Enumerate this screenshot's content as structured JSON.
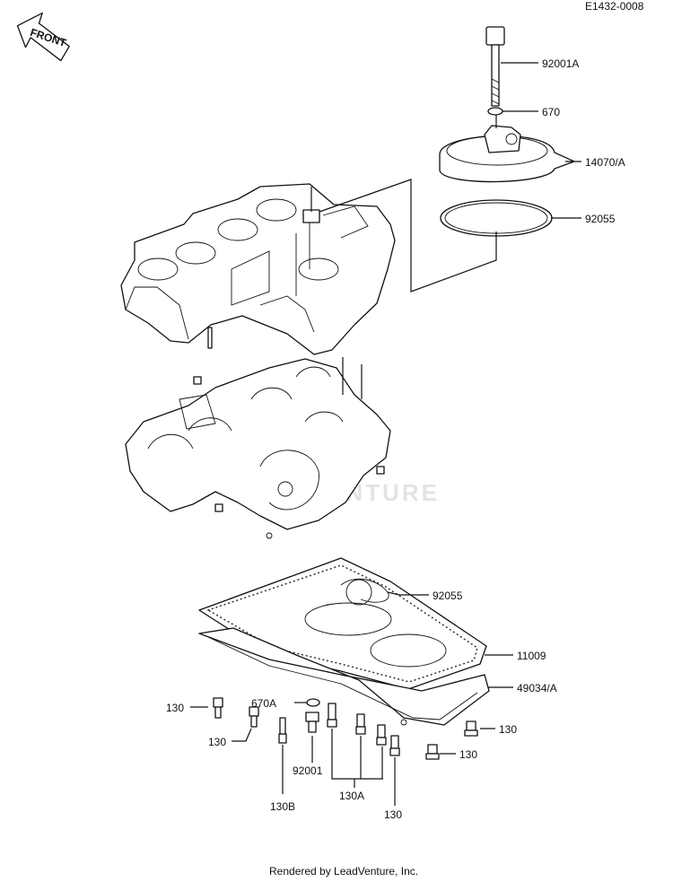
{
  "diagram_id": "E1432-0008",
  "front_arrow_label": "FRONT",
  "watermark": "LEADVENTURE",
  "footer": "Rendered by LeadVenture, Inc.",
  "callouts": [
    {
      "id": "c-92001a",
      "label": "92001A"
    },
    {
      "id": "c-670",
      "label": "670"
    },
    {
      "id": "c-14070a",
      "label": "14070/A"
    },
    {
      "id": "c-92055-top",
      "label": "92055"
    },
    {
      "id": "c-92055-mid",
      "label": "92055"
    },
    {
      "id": "c-11009",
      "label": "11009"
    },
    {
      "id": "c-49034a",
      "label": "49034/A"
    },
    {
      "id": "c-130-a",
      "label": "130"
    },
    {
      "id": "c-670a",
      "label": "670A"
    },
    {
      "id": "c-130-b",
      "label": "130"
    },
    {
      "id": "c-130-c",
      "label": "130"
    },
    {
      "id": "c-130-d",
      "label": "130"
    },
    {
      "id": "c-92001",
      "label": "92001"
    },
    {
      "id": "c-130b",
      "label": "130B"
    },
    {
      "id": "c-130a",
      "label": "130A"
    },
    {
      "id": "c-130-e",
      "label": "130"
    }
  ]
}
